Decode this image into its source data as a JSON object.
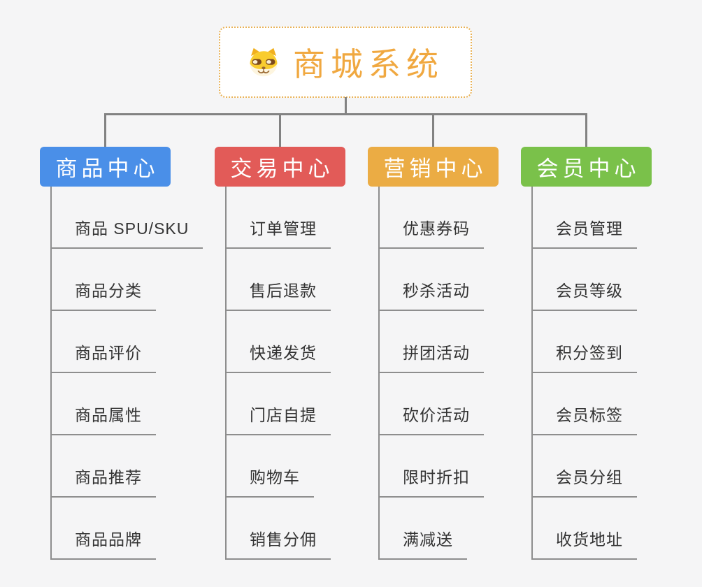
{
  "page": {
    "background_color": "#F5F5F6",
    "connector_color": "#828282",
    "leaf_line_color": "#8E8E8E",
    "leaf_text_color": "#333333"
  },
  "root": {
    "title": "商城系统",
    "icon": "dog-face-icon",
    "title_color": "#F0A840",
    "border_color": "#E9B257"
  },
  "branches": [
    {
      "label": "商品中心",
      "color": "#4A8FE8",
      "items": [
        "商品 SPU/SKU",
        "商品分类",
        "商品评价",
        "商品属性",
        "商品推荐",
        "商品品牌"
      ]
    },
    {
      "label": "交易中心",
      "color": "#E25B58",
      "items": [
        "订单管理",
        "售后退款",
        "快递发货",
        "门店自提",
        "购物车",
        "销售分佣"
      ]
    },
    {
      "label": "营销中心",
      "color": "#EBAC44",
      "items": [
        "优惠券码",
        "秒杀活动",
        "拼团活动",
        "砍价活动",
        "限时折扣",
        "满减送"
      ]
    },
    {
      "label": "会员中心",
      "color": "#7AC14A",
      "items": [
        "会员管理",
        "会员等级",
        "积分签到",
        "会员标签",
        "会员分组",
        "收货地址"
      ]
    }
  ]
}
